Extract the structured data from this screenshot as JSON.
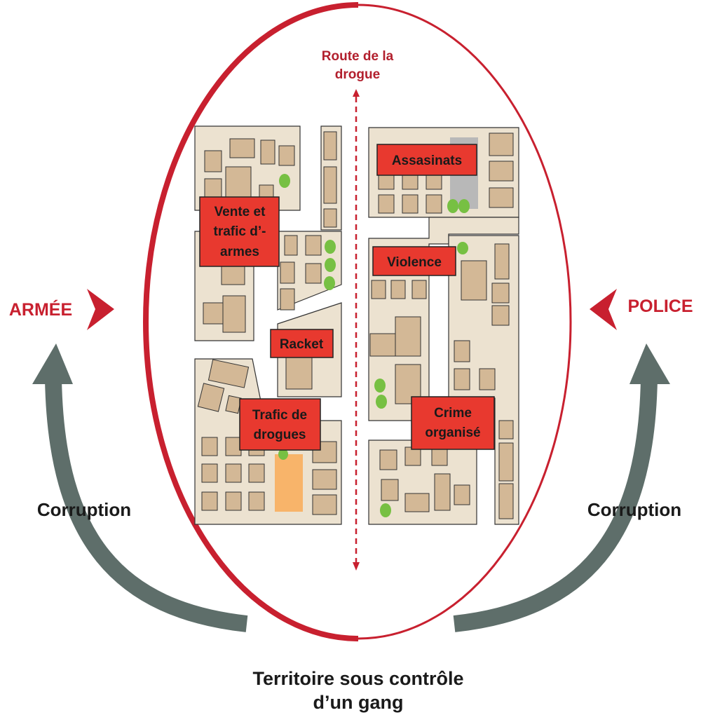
{
  "actors": {
    "left": "ARMÉE",
    "right": "POLICE"
  },
  "corruption": {
    "left": "Corruption",
    "right": "Corruption"
  },
  "route": {
    "line1": "Route de la",
    "line2": "drogue"
  },
  "territory": {
    "line1": "Territoire sous contrôle",
    "line2": "d’un gang"
  },
  "activities": {
    "arms": [
      "Vente et",
      "trafic d’-",
      "armes"
    ],
    "racket": [
      "Racket"
    ],
    "drugs": [
      "Trafic de",
      "drogues"
    ],
    "assassinations": [
      "Assasinats"
    ],
    "violence": [
      "Violence"
    ],
    "crime": [
      "Crime",
      "organisé"
    ]
  },
  "colors": {
    "accent_red": "#c8202f",
    "tag_red": "#e8392f",
    "block": "#ece2d0",
    "building": "#d3b896",
    "tree": "#77c043",
    "arrow": "#5e6e6a",
    "parking": "#b8b8b8",
    "field": "#f8b46a"
  }
}
